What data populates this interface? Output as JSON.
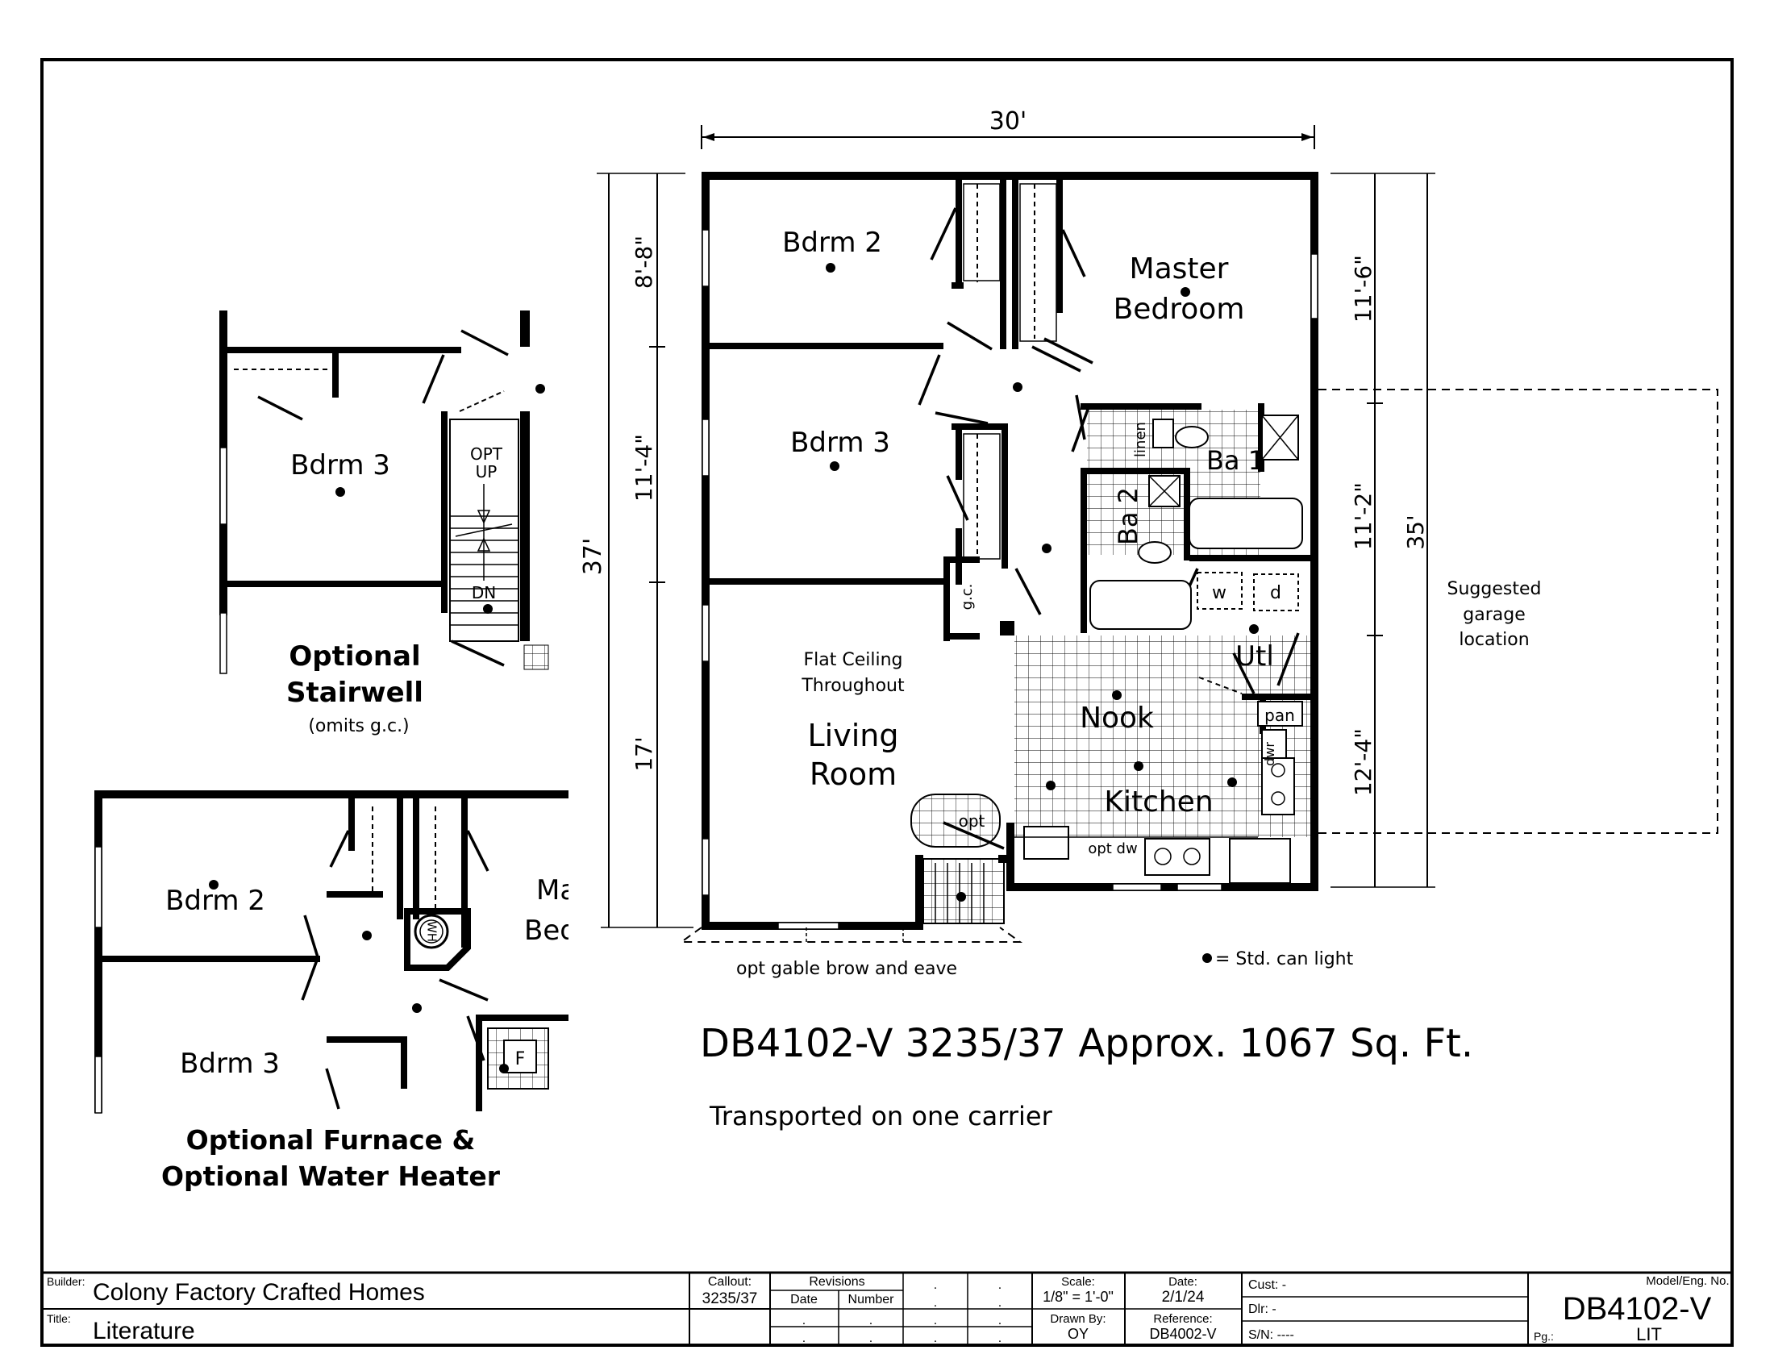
{
  "plan": {
    "dims": {
      "width_top": "30'",
      "depth_left_total": "37'",
      "depth_left_1": "8'-8\"",
      "depth_left_2": "11'-4\"",
      "depth_left_3": "17'",
      "depth_right_total": "35'",
      "depth_right_1": "11'-6\"",
      "depth_right_2": "11'-2\"",
      "depth_right_3": "12'-4\""
    },
    "rooms": {
      "bdrm2": "Bdrm 2",
      "master_1": "Master",
      "master_2": "Bedroom",
      "bdrm3": "Bdrm 3",
      "ba1": "Ba 1",
      "ba2": "Ba 2",
      "linen": "linen",
      "gc": "g.c.",
      "w": "w",
      "d": "d",
      "utl": "Utl",
      "nook": "Nook",
      "kitchen": "Kitchen",
      "pan": "pan",
      "dwr": "dwr",
      "opt_dw": "opt dw",
      "opt": "opt",
      "living_1": "Living",
      "living_2": "Room",
      "ceiling_1": "Flat Ceiling",
      "ceiling_2": "Throughout"
    },
    "garage": [
      "Suggested",
      "garage",
      "location"
    ],
    "gable": "opt gable brow and eave",
    "legend": "= Std. can light"
  },
  "insets": {
    "stair": {
      "bdrm3": "Bdrm 3",
      "opt": "OPT",
      "up": "UP",
      "dn": "DN",
      "title_1": "Optional",
      "title_2": "Stairwell",
      "subtitle": "(omits g.c.)"
    },
    "furnace": {
      "bdrm2": "Bdrm 2",
      "bdrm3": "Bdrm 3",
      "master_1": "Ma",
      "master_2": "Bed",
      "wh": "WH",
      "f": "F",
      "title_1": "Optional Furnace &",
      "title_2": "Optional Water Heater"
    }
  },
  "heading": {
    "title": "DB4102-V 3235/37 Approx. 1067 Sq. Ft.",
    "transport": "Transported on one carrier"
  },
  "title_block": {
    "builder_label": "Builder:",
    "builder": "Colony Factory Crafted Homes",
    "title_label": "Title:",
    "title": "Literature",
    "callout_label": "Callout:",
    "callout": "3235/37",
    "revisions_label": "Revisions",
    "date_col": "Date",
    "number_col": "Number",
    "dot": ".",
    "scale_label": "Scale:",
    "scale": "1/8\" = 1'-0\"",
    "drawn_label": "Drawn By:",
    "drawn": "OY",
    "date_label": "Date:",
    "date": "2/1/24",
    "reference_label": "Reference:",
    "reference": "DB4002-V",
    "cust": "Cust: -",
    "dlr": "Dlr:  -",
    "sn": "S/N:  ----",
    "model_label": "Model/Eng. No.:",
    "model": "DB4102-V",
    "pg_label": "Pg.:",
    "pg": "LIT"
  }
}
